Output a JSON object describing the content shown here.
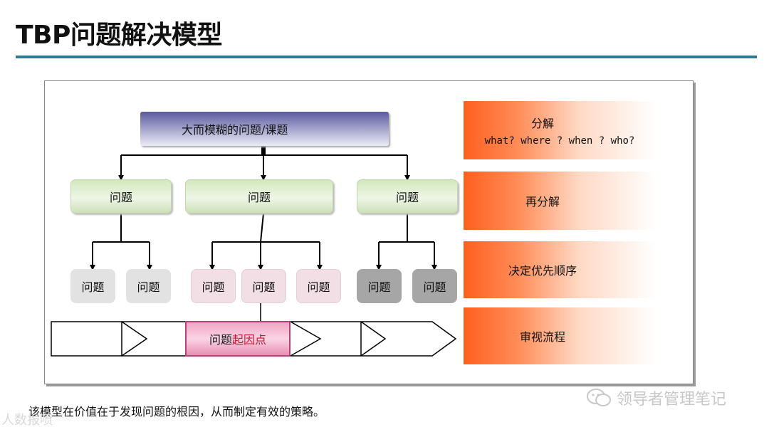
{
  "title": "TBP问题解决模型",
  "diagram": {
    "top_node": "大而模糊的问题/课题",
    "level2": [
      "问题",
      "问题",
      "问题"
    ],
    "level3": [
      "问题",
      "问题",
      "问题",
      "问题",
      "问题",
      "问题",
      "问题"
    ],
    "root_cause": {
      "prefix": "问题",
      "highlight": "起因点"
    }
  },
  "side_labels": {
    "decompose": "分解",
    "decompose_sub": "what? where ? when ? who?",
    "re_decompose": "再分解",
    "prioritize": "决定优先顺序",
    "review": "审视流程"
  },
  "footer_text": "该模型在价值在于发现问题的根因，从而制定有效的策略。",
  "watermark_right": "领导者管理笔记",
  "watermark_left": "人数报喷"
}
